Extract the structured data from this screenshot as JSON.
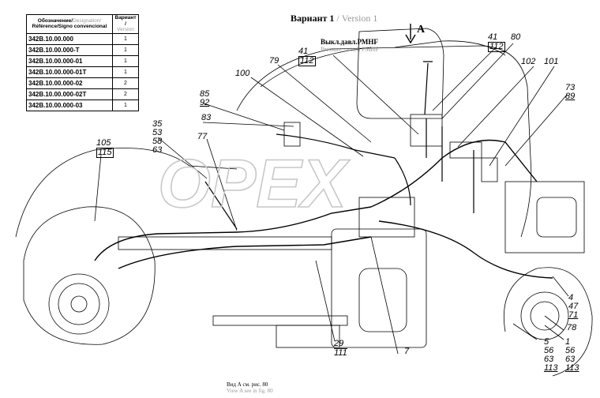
{
  "title": {
    "main": "Вариант 1",
    "sep": "/ Version 1"
  },
  "table": {
    "header_col1": {
      "a": "Обозначение/",
      "b": "Designation/",
      "c": "Référence/Signo convencional"
    },
    "header_col2": {
      "a": "Вариант /",
      "b": "Version"
    },
    "rows": [
      {
        "code": "342B.10.00.000",
        "variant": "1"
      },
      {
        "code": "342B.10.00.000-T",
        "variant": "1"
      },
      {
        "code": "342B.10.00.000-01",
        "variant": "1"
      },
      {
        "code": "342B.10.00.000-01T",
        "variant": "1"
      },
      {
        "code": "342B.10.00.000-02",
        "variant": "2"
      },
      {
        "code": "342B.10.00.000-02T",
        "variant": "2"
      },
      {
        "code": "342B.10.00.000-03",
        "variant": "1"
      }
    ]
  },
  "pressure_switch": {
    "ru": "Выкл.давл.РМНF",
    "en": "Pressure switch PMHF"
  },
  "view_marker": "A",
  "footer": {
    "ru": "Вид А см. рис. 80",
    "en": "View A see in fig. 80"
  },
  "watermark": "OPEX",
  "callouts": {
    "c105": [
      "105",
      "115"
    ],
    "c35": [
      "35",
      "53",
      "58",
      "63"
    ],
    "c77": "77",
    "c83": "83",
    "c85": [
      "85",
      "92"
    ],
    "c100": "100",
    "c79": "79",
    "c41a": [
      "41",
      "112"
    ],
    "c41b": [
      "41",
      "112"
    ],
    "c80": "80",
    "c102": "102",
    "c101": "101",
    "c73": [
      "73",
      "89"
    ],
    "c4": [
      "4",
      "47",
      "71"
    ],
    "c78": "78",
    "c5": [
      "5",
      "56",
      "63",
      "113"
    ],
    "c1": [
      "1",
      "56",
      "63",
      "113"
    ],
    "c29": [
      "29",
      "111"
    ],
    "c7": "7"
  }
}
